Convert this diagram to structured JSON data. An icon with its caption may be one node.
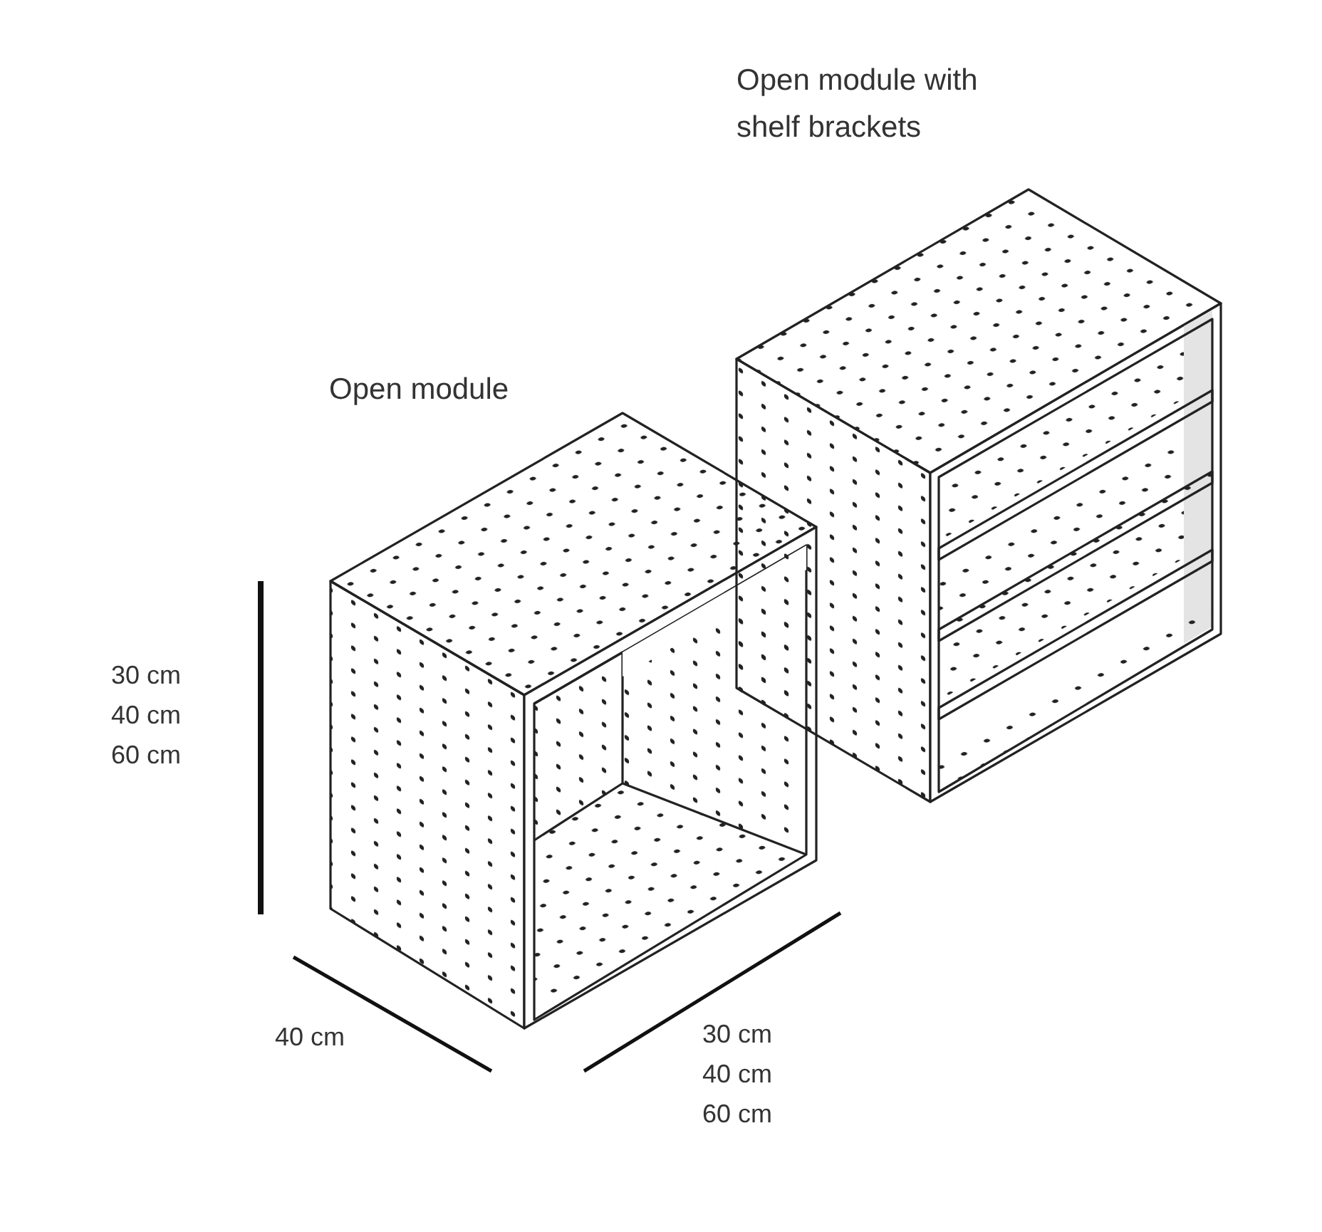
{
  "diagram": {
    "labels": [
      "Open module with shelf brackets",
      "Open module",
      "30 cm",
      "40 cm",
      "60 cm",
      "40 cm",
      "30 cm",
      "40 cm",
      "60 cm"
    ]
  }
}
